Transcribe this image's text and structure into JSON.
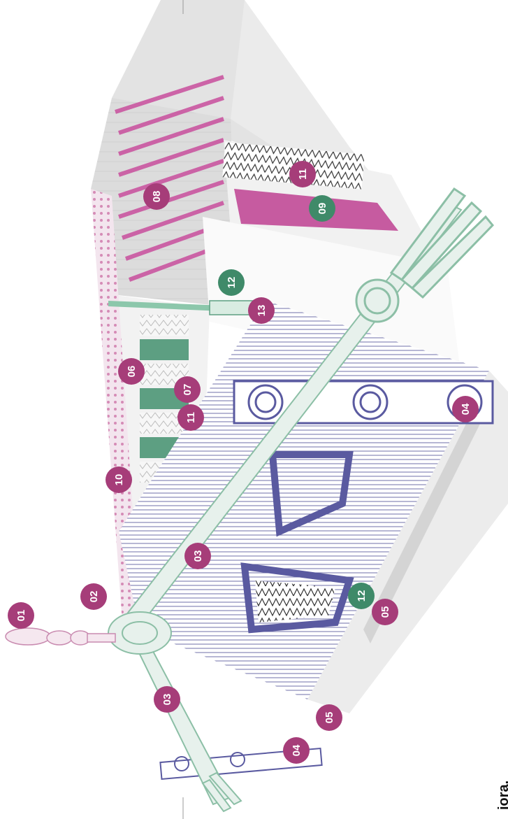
{
  "diagram": {
    "colors": {
      "magenta": "#a63d79",
      "green": "#3f8a69",
      "purple": "#5e5e9c",
      "carving_green": "#7fbfa0",
      "roof_grey": "#d9d9d9"
    },
    "markers": [
      {
        "id": "m01",
        "label": "01",
        "color": "magenta"
      },
      {
        "id": "m02",
        "label": "02",
        "color": "magenta"
      },
      {
        "id": "m03a",
        "label": "03",
        "color": "magenta"
      },
      {
        "id": "m03b",
        "label": "03",
        "color": "magenta"
      },
      {
        "id": "m04a",
        "label": "04",
        "color": "magenta"
      },
      {
        "id": "m04b",
        "label": "04",
        "color": "magenta"
      },
      {
        "id": "m05a",
        "label": "05",
        "color": "magenta"
      },
      {
        "id": "m05b",
        "label": "05",
        "color": "magenta"
      },
      {
        "id": "m06",
        "label": "06",
        "color": "magenta"
      },
      {
        "id": "m07",
        "label": "07",
        "color": "magenta"
      },
      {
        "id": "m08",
        "label": "08",
        "color": "magenta"
      },
      {
        "id": "m09",
        "label": "09",
        "color": "green"
      },
      {
        "id": "m10",
        "label": "10",
        "color": "magenta"
      },
      {
        "id": "m11a",
        "label": "11",
        "color": "magenta"
      },
      {
        "id": "m11b",
        "label": "11",
        "color": "magenta"
      },
      {
        "id": "m12a",
        "label": "12",
        "color": "green"
      },
      {
        "id": "m12b",
        "label": "12",
        "color": "green"
      },
      {
        "id": "m13",
        "label": "13",
        "color": "magenta"
      }
    ]
  },
  "caption": "iora."
}
